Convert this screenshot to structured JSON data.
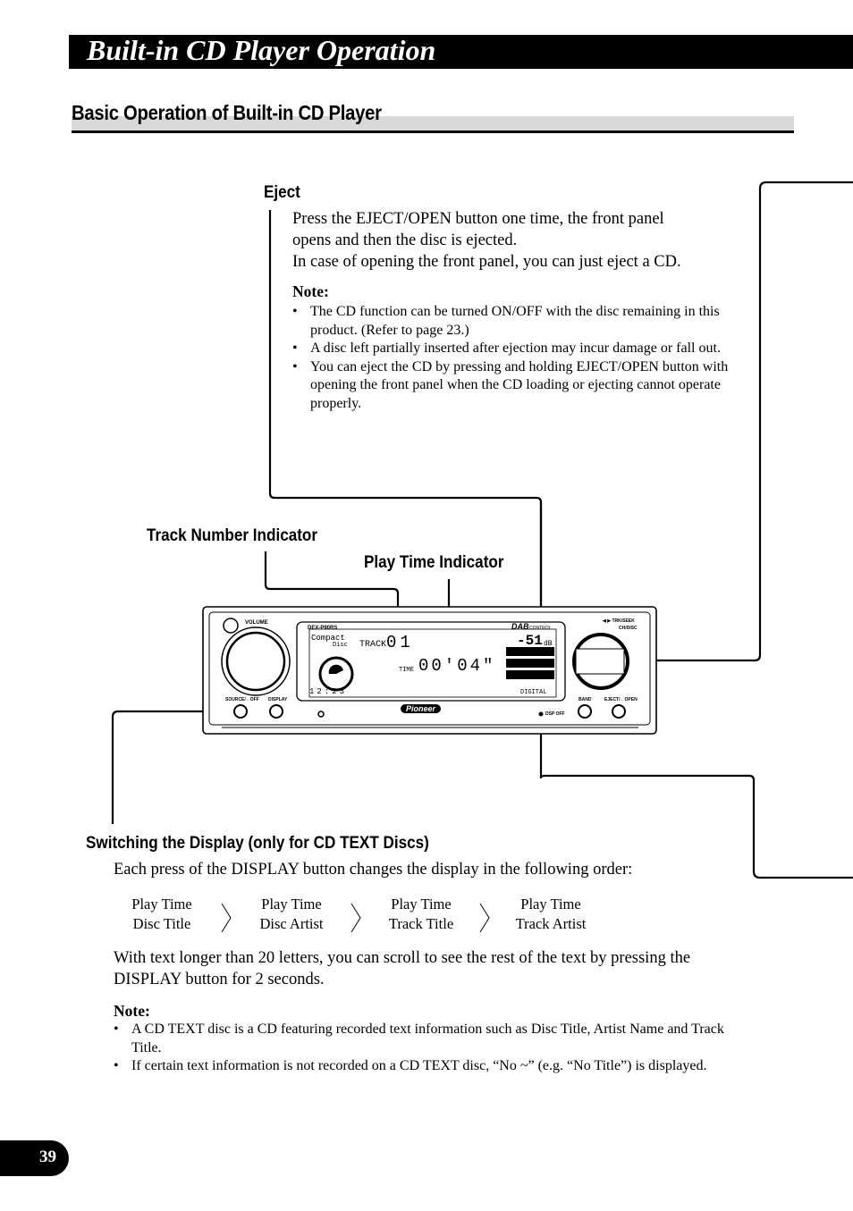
{
  "header": {
    "title": "Built-in CD Player Operation"
  },
  "section": {
    "title": "Basic Operation of Built-in CD Player"
  },
  "eject": {
    "heading": "Eject",
    "body": [
      "Press the EJECT/OPEN button one time, the front panel",
      "opens and then the disc is ejected.",
      "In case of opening the front panel, you can just eject a CD."
    ],
    "note_heading": "Note:",
    "notes": [
      "The CD function can be turned ON/OFF with the disc remaining in this product. (Refer to page 23.)",
      "A disc left partially inserted after ejection may incur damage or fall out.",
      "You can eject the CD by pressing and holding EJECT/OPEN button with opening the front panel when the CD loading or ejecting cannot operate properly."
    ]
  },
  "labels": {
    "track_number": "Track Number Indicator",
    "play_time": "Play Time Indicator"
  },
  "device": {
    "volume": "VOLUME",
    "model": "DEX-P90RS",
    "dab": "DAB",
    "dab_sub": "CONTROL",
    "compact": "Compact",
    "disc": "Disc",
    "track_label": "TRACK",
    "track_value": "01",
    "time_label": "TIME",
    "time_value": "00'04\"",
    "level": "-51",
    "level_unit": "dB",
    "clock": "12:23",
    "digital": "DIGITAL",
    "source": "SOURCE/←OFF",
    "display": "DISPLAY",
    "band": "BAND",
    "eject": "EJECT/←OPEN",
    "trk_seek": "◀ ▶ TRK/SEEK",
    "ch_disc": "CH/DISC",
    "brand": "Pioneer",
    "dsp_off": "DSP OFF"
  },
  "switching": {
    "heading": "Switching the Display (only for CD TEXT Discs)",
    "intro": "Each press of the DISPLAY button changes the display in the following order:",
    "sequence": [
      {
        "line1": "Play Time",
        "line2": "Disc Title"
      },
      {
        "line1": "Play Time",
        "line2": "Disc Artist"
      },
      {
        "line1": "Play Time",
        "line2": "Track Title"
      },
      {
        "line1": "Play Time",
        "line2": "Track Artist"
      }
    ],
    "scroll_text": [
      "With text longer than 20 letters, you can scroll to see the rest of the text by pressing the",
      "DISPLAY button for 2 seconds."
    ],
    "note_heading": "Note:",
    "notes": [
      "A CD TEXT disc is a CD featuring recorded text information such as Disc Title, Artist Name and Track Title.",
      "If certain text information is not recorded on a CD TEXT disc, “No ~” (e.g. “No Title”) is displayed."
    ]
  },
  "page": {
    "number": "39"
  }
}
